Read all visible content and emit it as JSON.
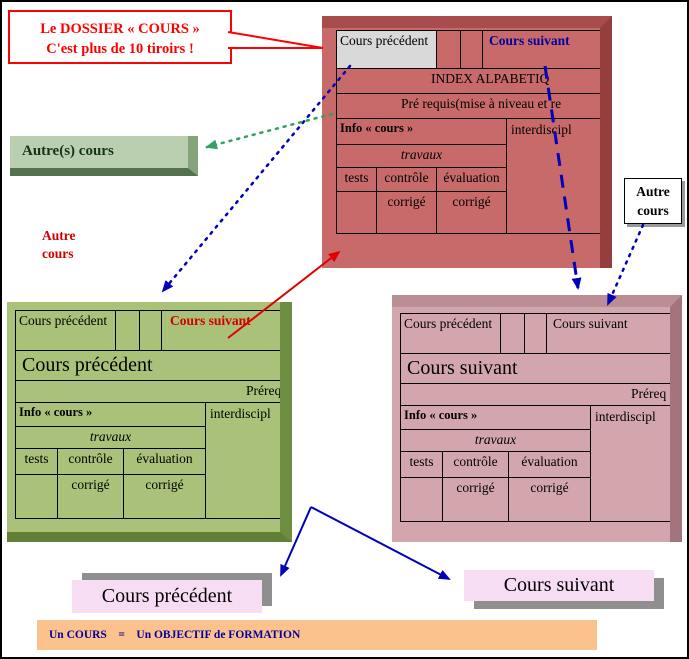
{
  "colors": {
    "red_box_face": "#c96a6a",
    "red_box_edge": "#943e3e",
    "green_box_face": "#a9c179",
    "green_box_edge": "#6d8e41",
    "pink_box_face": "#d3a6ad",
    "pink_box_edge": "#a3747e",
    "ribbon_face": "#b9cfb0",
    "callout_red": "#ff0000",
    "link_blue": "#00009b",
    "link_red": "#d10000",
    "arrow_blue": "#0000bb",
    "arrow_green": "#33a05f",
    "arrow_red": "#e00000",
    "label_bg": "#f7ddf3",
    "footer_bg": "#fbc28e",
    "gray_cell": "#d9d9d9"
  },
  "callout": {
    "line1": "Le DOSSIER « COURS »",
    "line2": "C'est plus de 10 tiroirs !"
  },
  "ribbon": {
    "label": "Autre(s) cours"
  },
  "left_note": {
    "line1": "Autre",
    "line2": "cours"
  },
  "right_note": {
    "line1": "Autre",
    "line2": "cours"
  },
  "red_box": {
    "prev": "Cours précédent",
    "next": "Cours suivant",
    "index_row": "INDEX ALPABETIQ",
    "prereq_row": "Pré requis(mise à niveau et re",
    "info": "Info « cours »",
    "interdisc": "interdiscipl",
    "travaux": "travaux",
    "tests": "tests",
    "controle": "contrôle",
    "evaluation": "évaluation",
    "corrige_left": "corrigé",
    "corrige_right": "corrigé"
  },
  "green_box": {
    "prev": "Cours précédent",
    "next": "Cours suivant",
    "title": "Cours précédent",
    "prereq_row": "Préreq",
    "info": "Info « cours »",
    "interdisc": "interdiscipl",
    "travaux": "travaux",
    "tests": "tests",
    "controle": "contrôle",
    "evaluation": "évaluation",
    "corrige_left": "corrigé",
    "corrige_right": "corrigé"
  },
  "pink_box": {
    "prev": "Cours précédent",
    "next": "Cours suivant",
    "title": "Cours suivant",
    "prereq_row": "Préreq",
    "info": "Info « cours »",
    "interdisc": "interdiscipl",
    "travaux": "travaux",
    "tests": "tests",
    "controle": "contrôle",
    "evaluation": "évaluation",
    "corrige_left": "corrigé",
    "corrige_right": "corrigé"
  },
  "bottom_labels": {
    "prev": "Cours précédent",
    "next": "Cours suivant"
  },
  "footer": {
    "text": "Un COURS    =    Un OBJECTIF de FORMATION"
  }
}
